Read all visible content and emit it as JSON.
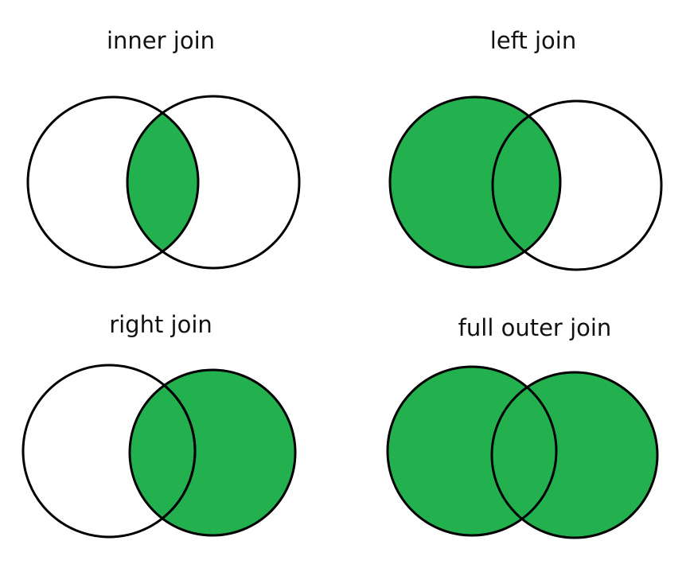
{
  "colors": {
    "fill": "#23b04f",
    "stroke": "#000000",
    "background": "#ffffff"
  },
  "diagrams": [
    {
      "id": "inner",
      "title": "inner join",
      "highlight": [
        "intersection"
      ]
    },
    {
      "id": "left",
      "title": "left join",
      "highlight": [
        "left"
      ]
    },
    {
      "id": "right",
      "title": "right join",
      "highlight": [
        "right"
      ]
    },
    {
      "id": "full-outer",
      "title": "full outer join",
      "highlight": [
        "left",
        "right"
      ]
    }
  ]
}
